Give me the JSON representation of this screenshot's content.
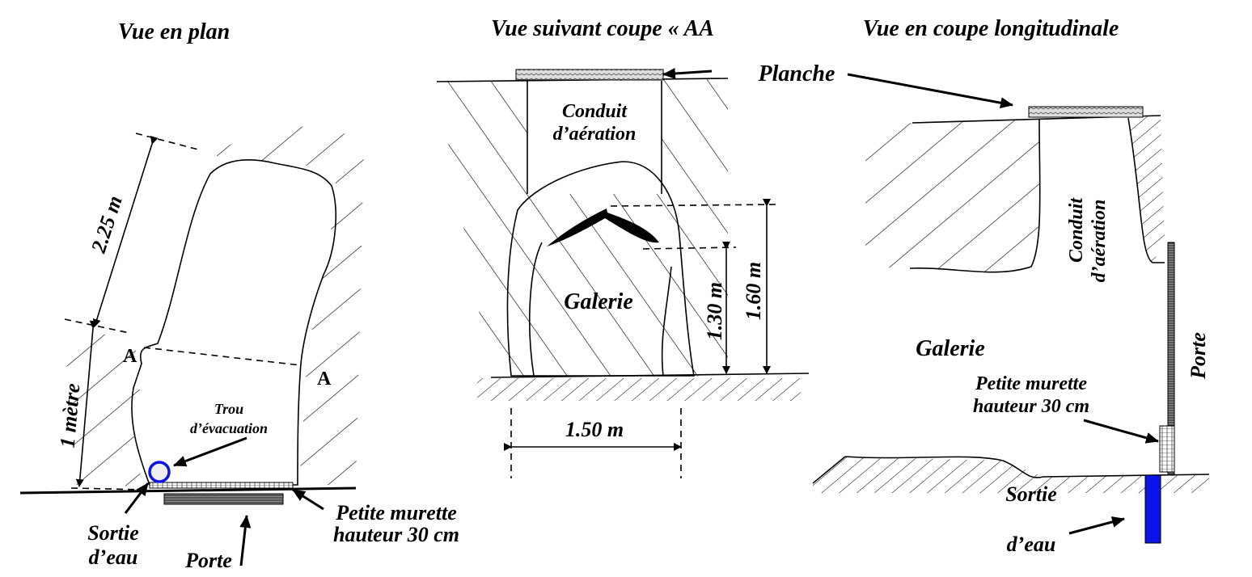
{
  "panels": {
    "plan": {
      "title": "Vue en plan",
      "dim_top": "2.25 m",
      "dim_bottom": "1 mètre",
      "section_label_left": "A",
      "section_label_right": "A",
      "drain_line1": "Trou",
      "drain_line2": "d’évacuation",
      "outlet_line1": "Sortie",
      "outlet_line2": "d’eau",
      "door": "Porte",
      "wall_line1": "Petite murette",
      "wall_line2": "hauteur 30 cm"
    },
    "section": {
      "title": "Vue suivant coupe «  AA",
      "duct_line1": "Conduit",
      "duct_line2": "d’aération",
      "gallery": "Galerie",
      "dim_height_inner": "1.30 m",
      "dim_height_outer": "1.60 m",
      "dim_width": "1.50 m"
    },
    "longitudinal": {
      "title": "Vue en coupe longitudinale",
      "plank": "Planche",
      "duct_line1": "Conduit",
      "duct_line2": "d’aération",
      "gallery": "Galerie",
      "door": "Porte",
      "wall_line1": "Petite murette",
      "wall_line2": "hauteur 30 cm",
      "outlet_line1": "Sortie",
      "outlet_line2": "d’eau"
    }
  },
  "colors": {
    "water": "#0a14e6",
    "ink": "#000000"
  }
}
